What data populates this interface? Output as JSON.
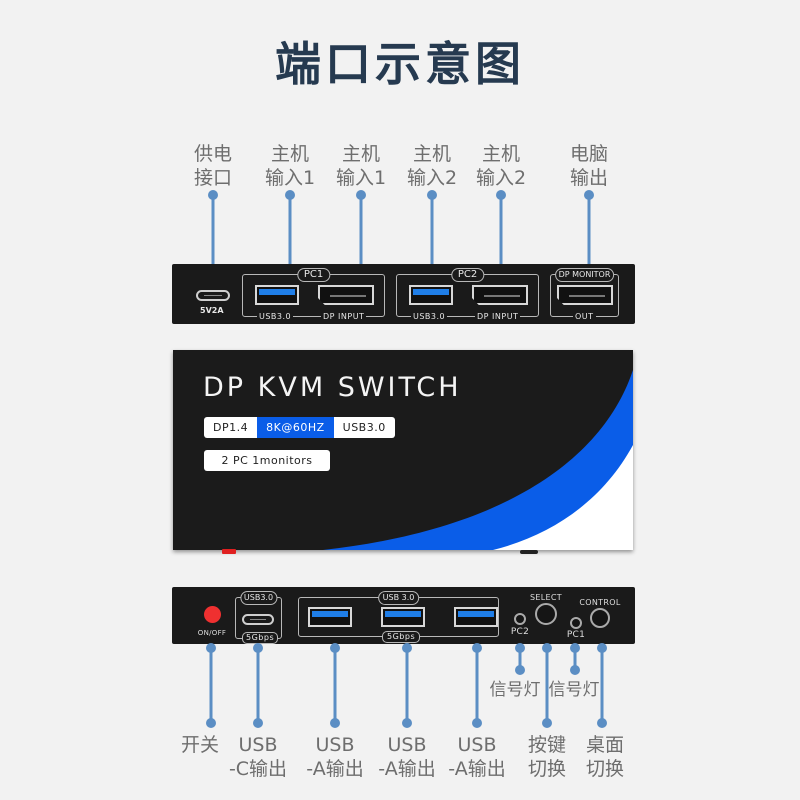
{
  "title": "端口示意图",
  "top_labels": [
    {
      "line1": "供电",
      "line2": "接口"
    },
    {
      "line1": "主机",
      "line2": "输入1"
    },
    {
      "line1": "主机",
      "line2": "输入1"
    },
    {
      "line1": "主机",
      "line2": "输入2"
    },
    {
      "line1": "主机",
      "line2": "输入2"
    },
    {
      "line1": "电脑",
      "line2": "输出"
    }
  ],
  "back_panel": {
    "power_port_label": "5V2A",
    "pc1_group": {
      "tag": "PC1",
      "usb_label": "USB3.0",
      "dp_label": "DP INPUT"
    },
    "pc2_group": {
      "tag": "PC2",
      "usb_label": "USB3.0",
      "dp_label": "DP INPUT"
    },
    "monitor_group": {
      "tag": "DP MONITOR",
      "out_label": "OUT"
    }
  },
  "product": {
    "name": "DP KVM SWITCH",
    "badges": [
      "DP1.4",
      "8K@60HZ",
      "USB3.0"
    ],
    "config": "2 PC 1monitors",
    "colors": {
      "body": "#1b1b1b",
      "accent": "#0a5de8"
    }
  },
  "front_panel": {
    "power_label": "ON/OFF",
    "usbc_group": {
      "tag": "USB3.0",
      "foot": "5Gbps"
    },
    "usba_group": {
      "tag": "USB 3.0",
      "foot": "5Gbps"
    },
    "pc2_led": "PC2",
    "select_label": "SELECT",
    "pc1_led": "PC1",
    "control_label": "CONTROL"
  },
  "bottom_labels": [
    {
      "line1": "开关",
      "line2": ""
    },
    {
      "line1": "USB",
      "line2": "-C输出"
    },
    {
      "line1": "USB",
      "line2": "-A输出"
    },
    {
      "line1": "USB",
      "line2": "-A输出"
    },
    {
      "line1": "USB",
      "line2": "-A输出"
    },
    {
      "line1": "按键",
      "line2": "切换"
    },
    {
      "line1": "桌面",
      "line2": "切换"
    }
  ],
  "led_labels": [
    "信号灯",
    "信号灯"
  ],
  "leader_color": "#5b8ec4"
}
